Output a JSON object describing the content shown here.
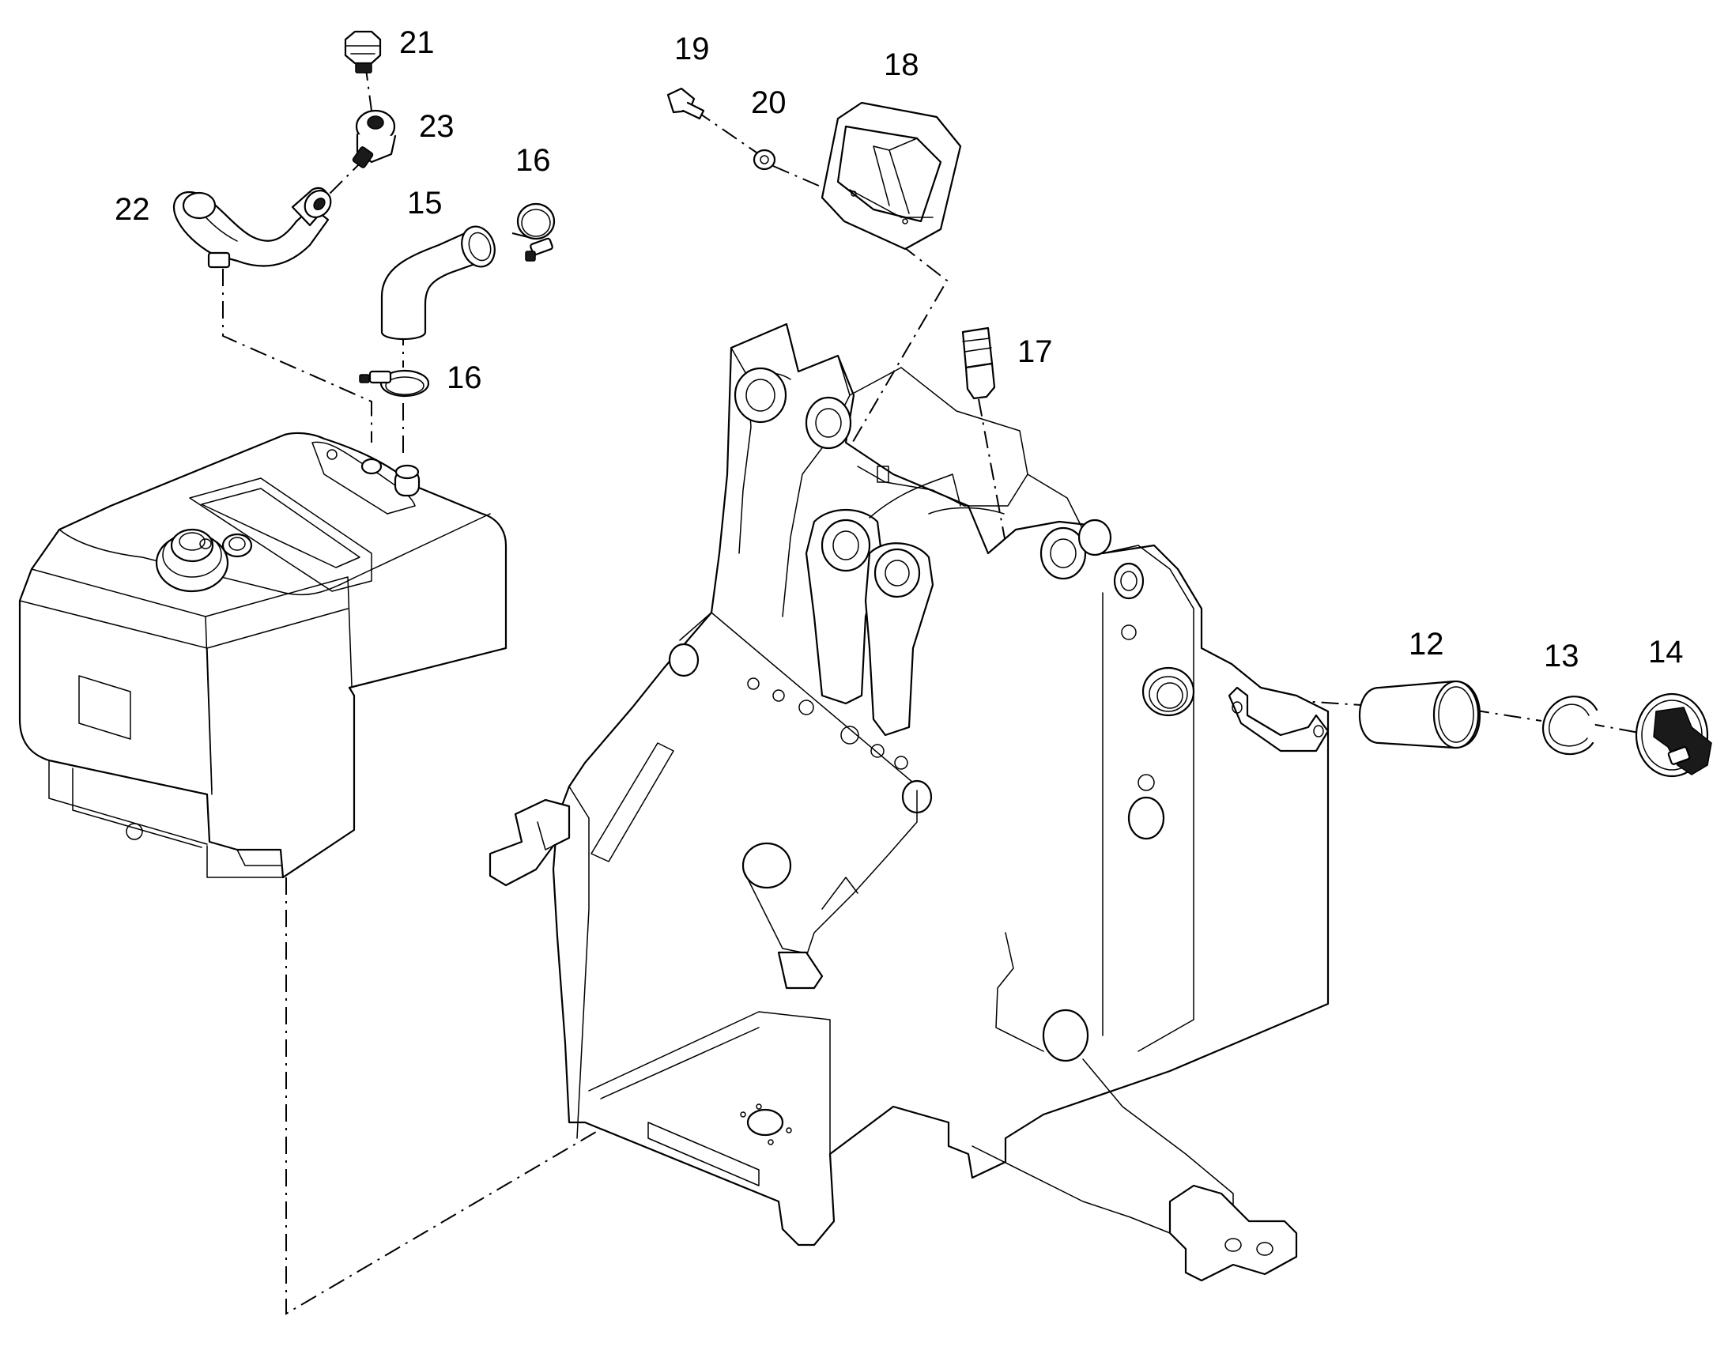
{
  "callouts": [
    {
      "id": "21",
      "label": "21"
    },
    {
      "id": "23",
      "label": "23"
    },
    {
      "id": "22",
      "label": "22"
    },
    {
      "id": "16a",
      "label": "16"
    },
    {
      "id": "15",
      "label": "15"
    },
    {
      "id": "16b",
      "label": "16"
    },
    {
      "id": "19",
      "label": "19"
    },
    {
      "id": "20",
      "label": "20"
    },
    {
      "id": "18",
      "label": "18"
    },
    {
      "id": "17",
      "label": "17"
    },
    {
      "id": "12",
      "label": "12"
    },
    {
      "id": "13",
      "label": "13"
    },
    {
      "id": "14",
      "label": "14"
    }
  ]
}
